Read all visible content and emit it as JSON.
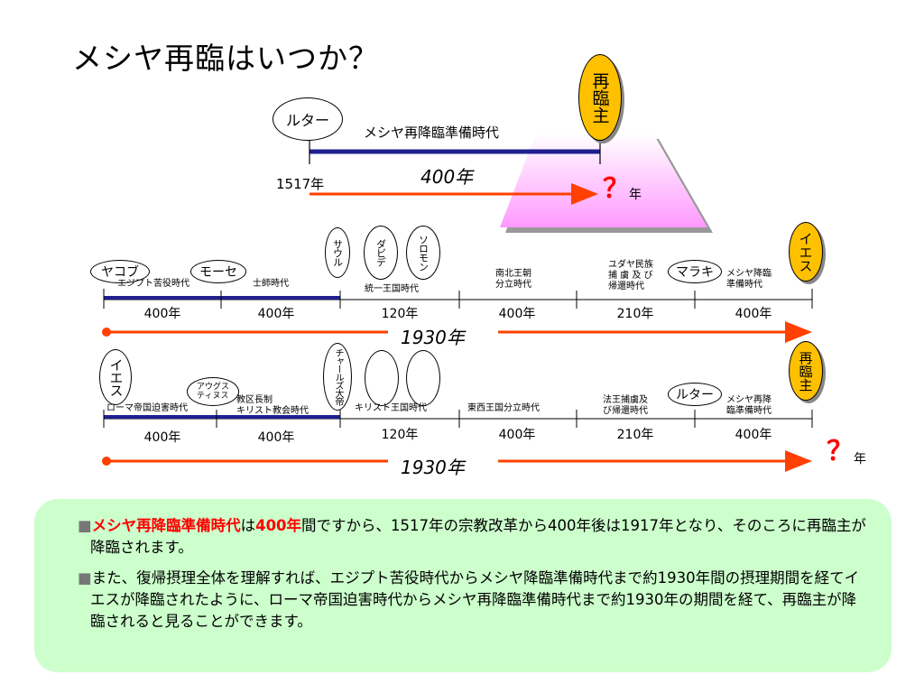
{
  "slide": {
    "title": "メシヤ再臨はいつか？"
  },
  "top": {
    "luther": "ルター",
    "era_label": "メシヤ再降臨準備時代",
    "year_start": "1517年",
    "duration": "400年",
    "question": "？",
    "year_suffix": "年",
    "second_coming": "再臨主"
  },
  "row1": {
    "figures": {
      "jacob": "ヤコブ",
      "moses": "モーセ",
      "saul": "サウル",
      "david": "ダビデ",
      "solomon": "ソロモン",
      "malachi": "マラキ",
      "jesus": "イエス"
    },
    "eras": [
      "エジプト苦役時代",
      "士師時代",
      "統一王国時代",
      "南北王朝\n分立時代",
      "ユダヤ民族\n捕 虜 及 び\n帰還時代",
      "メシヤ降臨\n準備時代"
    ],
    "durations": [
      "400年",
      "400年",
      "120年",
      "400年",
      "210年",
      "400年"
    ],
    "total": "1930年"
  },
  "row2": {
    "figures": {
      "jesus": "イエス",
      "augustine": "アウグス\nティヌス",
      "charlemagne": "チャールズ大帝",
      "luther": "ルター",
      "second_coming": "再臨主"
    },
    "eras": [
      "ローマ帝国迫害時代",
      "教区長制\nキリスト教会時代",
      "キリスト王国時代",
      "東西王国分立時代",
      "法王捕虜及\nび帰還時代",
      "メシヤ再降\n臨準備時代"
    ],
    "durations": [
      "400年",
      "400年",
      "120年",
      "400年",
      "210年",
      "400年"
    ],
    "total": "1930年",
    "question": "？",
    "year_suffix": "年"
  },
  "notes": {
    "bullet": "■",
    "p1_red1": "メシヤ再降臨準備時代",
    "p1_mid": "は",
    "p1_red2": "400年",
    "p1_rest": "間ですから、1517年の宗教改革から400年後は1917年となり、そのころに再臨主が降臨されます。",
    "p2": "また、復帰摂理全体を理解すれば、エジプト苦役時代からメシヤ降臨準備時代まで約1930年間の摂理期間を経てイエスが降臨されたように、ローマ帝国迫害時代からメシヤ再降臨準備時代まで約1930年の期間を経て、再臨主が降臨されると見ることができます。"
  },
  "colors": {
    "timeline_blue": "#1f1f8f",
    "arrow_red": "#ff4000",
    "messiah_gold": "#ffc000",
    "pyramid_pink": "#ff99ff",
    "note_bg": "#ccffcc",
    "highlight_red": "#ff0000"
  },
  "icons": {
    "arrow": "right-arrow",
    "bullet": "square-bullet"
  }
}
